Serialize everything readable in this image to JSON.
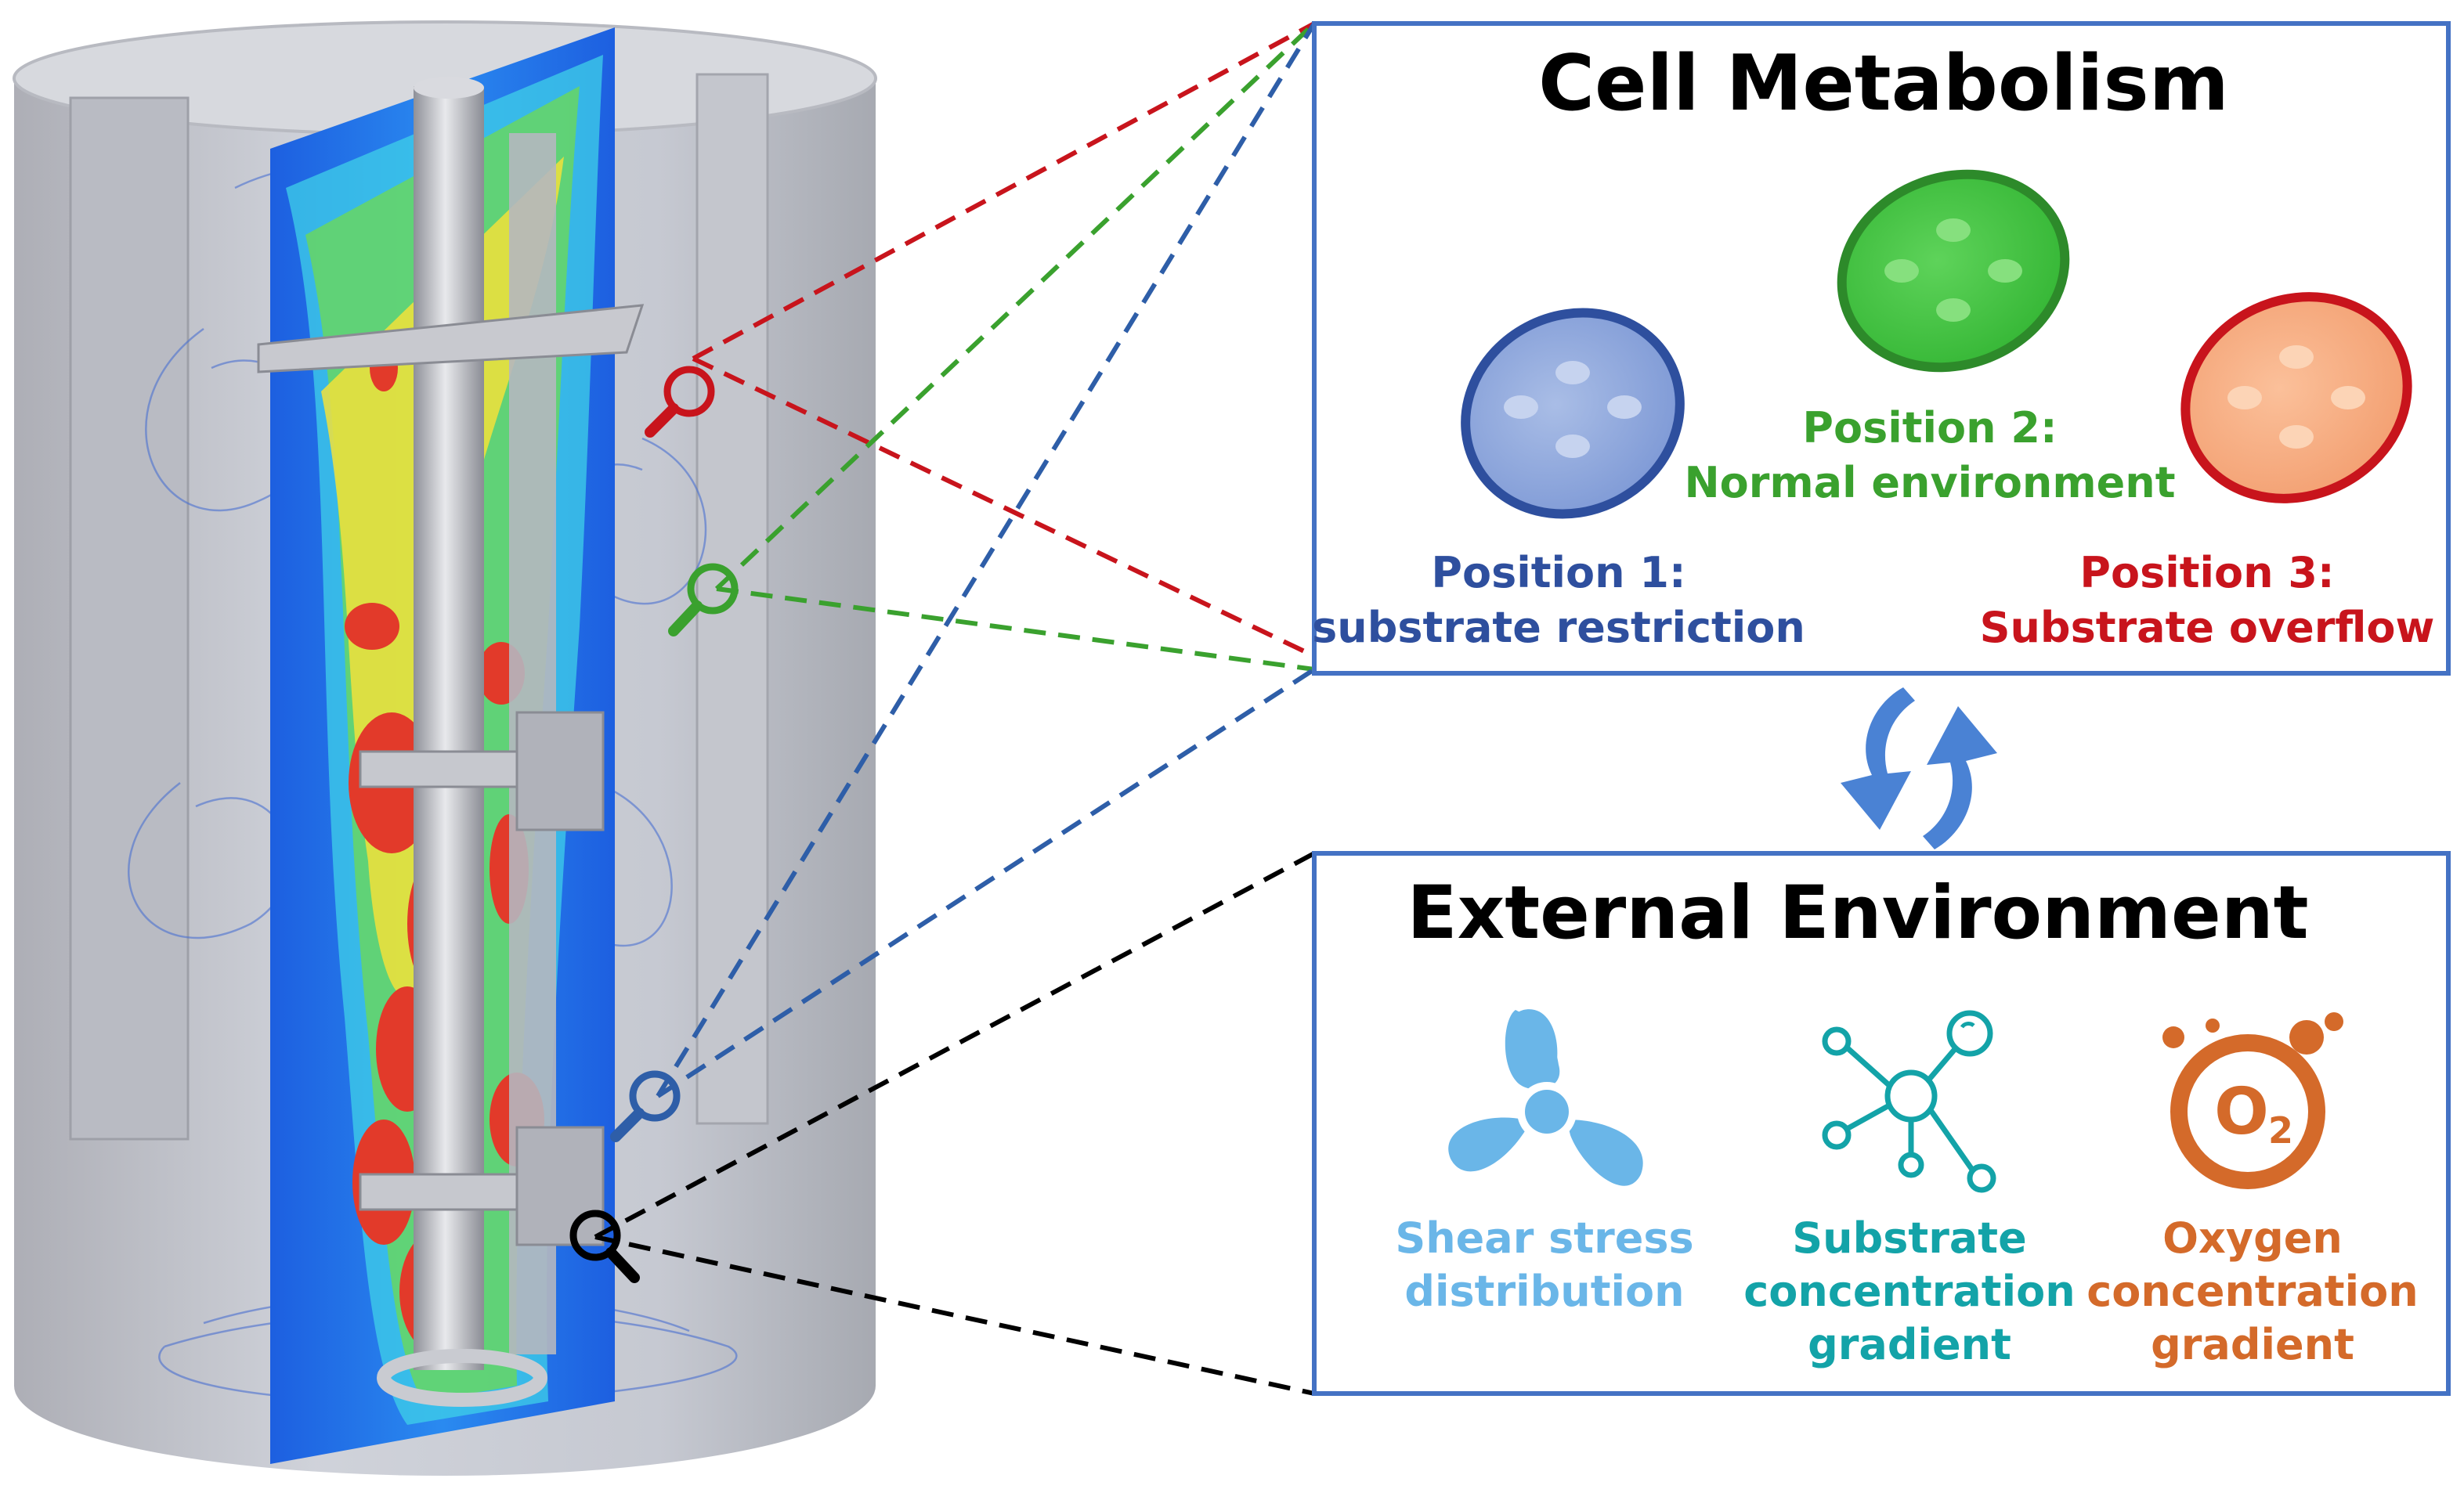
{
  "cell_metabolism": {
    "title": "Cell Metabolism",
    "position1": {
      "line1": "Position 1:",
      "line2": "substrate restriction",
      "color": "#2e4f9e"
    },
    "position2": {
      "line1": "Position 2:",
      "line2": "Normal environment",
      "color": "#3aa12e"
    },
    "position3": {
      "line1": "Position 3:",
      "line2": "Substrate overflow",
      "color": "#c8141c"
    }
  },
  "external_environment": {
    "title": "External Environment",
    "items": [
      {
        "lines": [
          "Shear stress",
          "distribution"
        ],
        "color": "#6ab6e8",
        "icon": "fan-icon"
      },
      {
        "lines": [
          "Substrate",
          "concentration",
          "gradient"
        ],
        "color": "#13a3a8",
        "icon": "molecule-icon"
      },
      {
        "lines": [
          "Oxygen",
          "concentration",
          "gradient"
        ],
        "color": "#d46a2a",
        "icon": "oxygen-icon"
      }
    ]
  },
  "colors": {
    "box_border": "#4472c4",
    "exchange_arrows": "#4a82d4",
    "marker_red": "#c8141c",
    "marker_green": "#3aa12e",
    "marker_blue": "#2e5ea8",
    "marker_black": "#000000"
  }
}
